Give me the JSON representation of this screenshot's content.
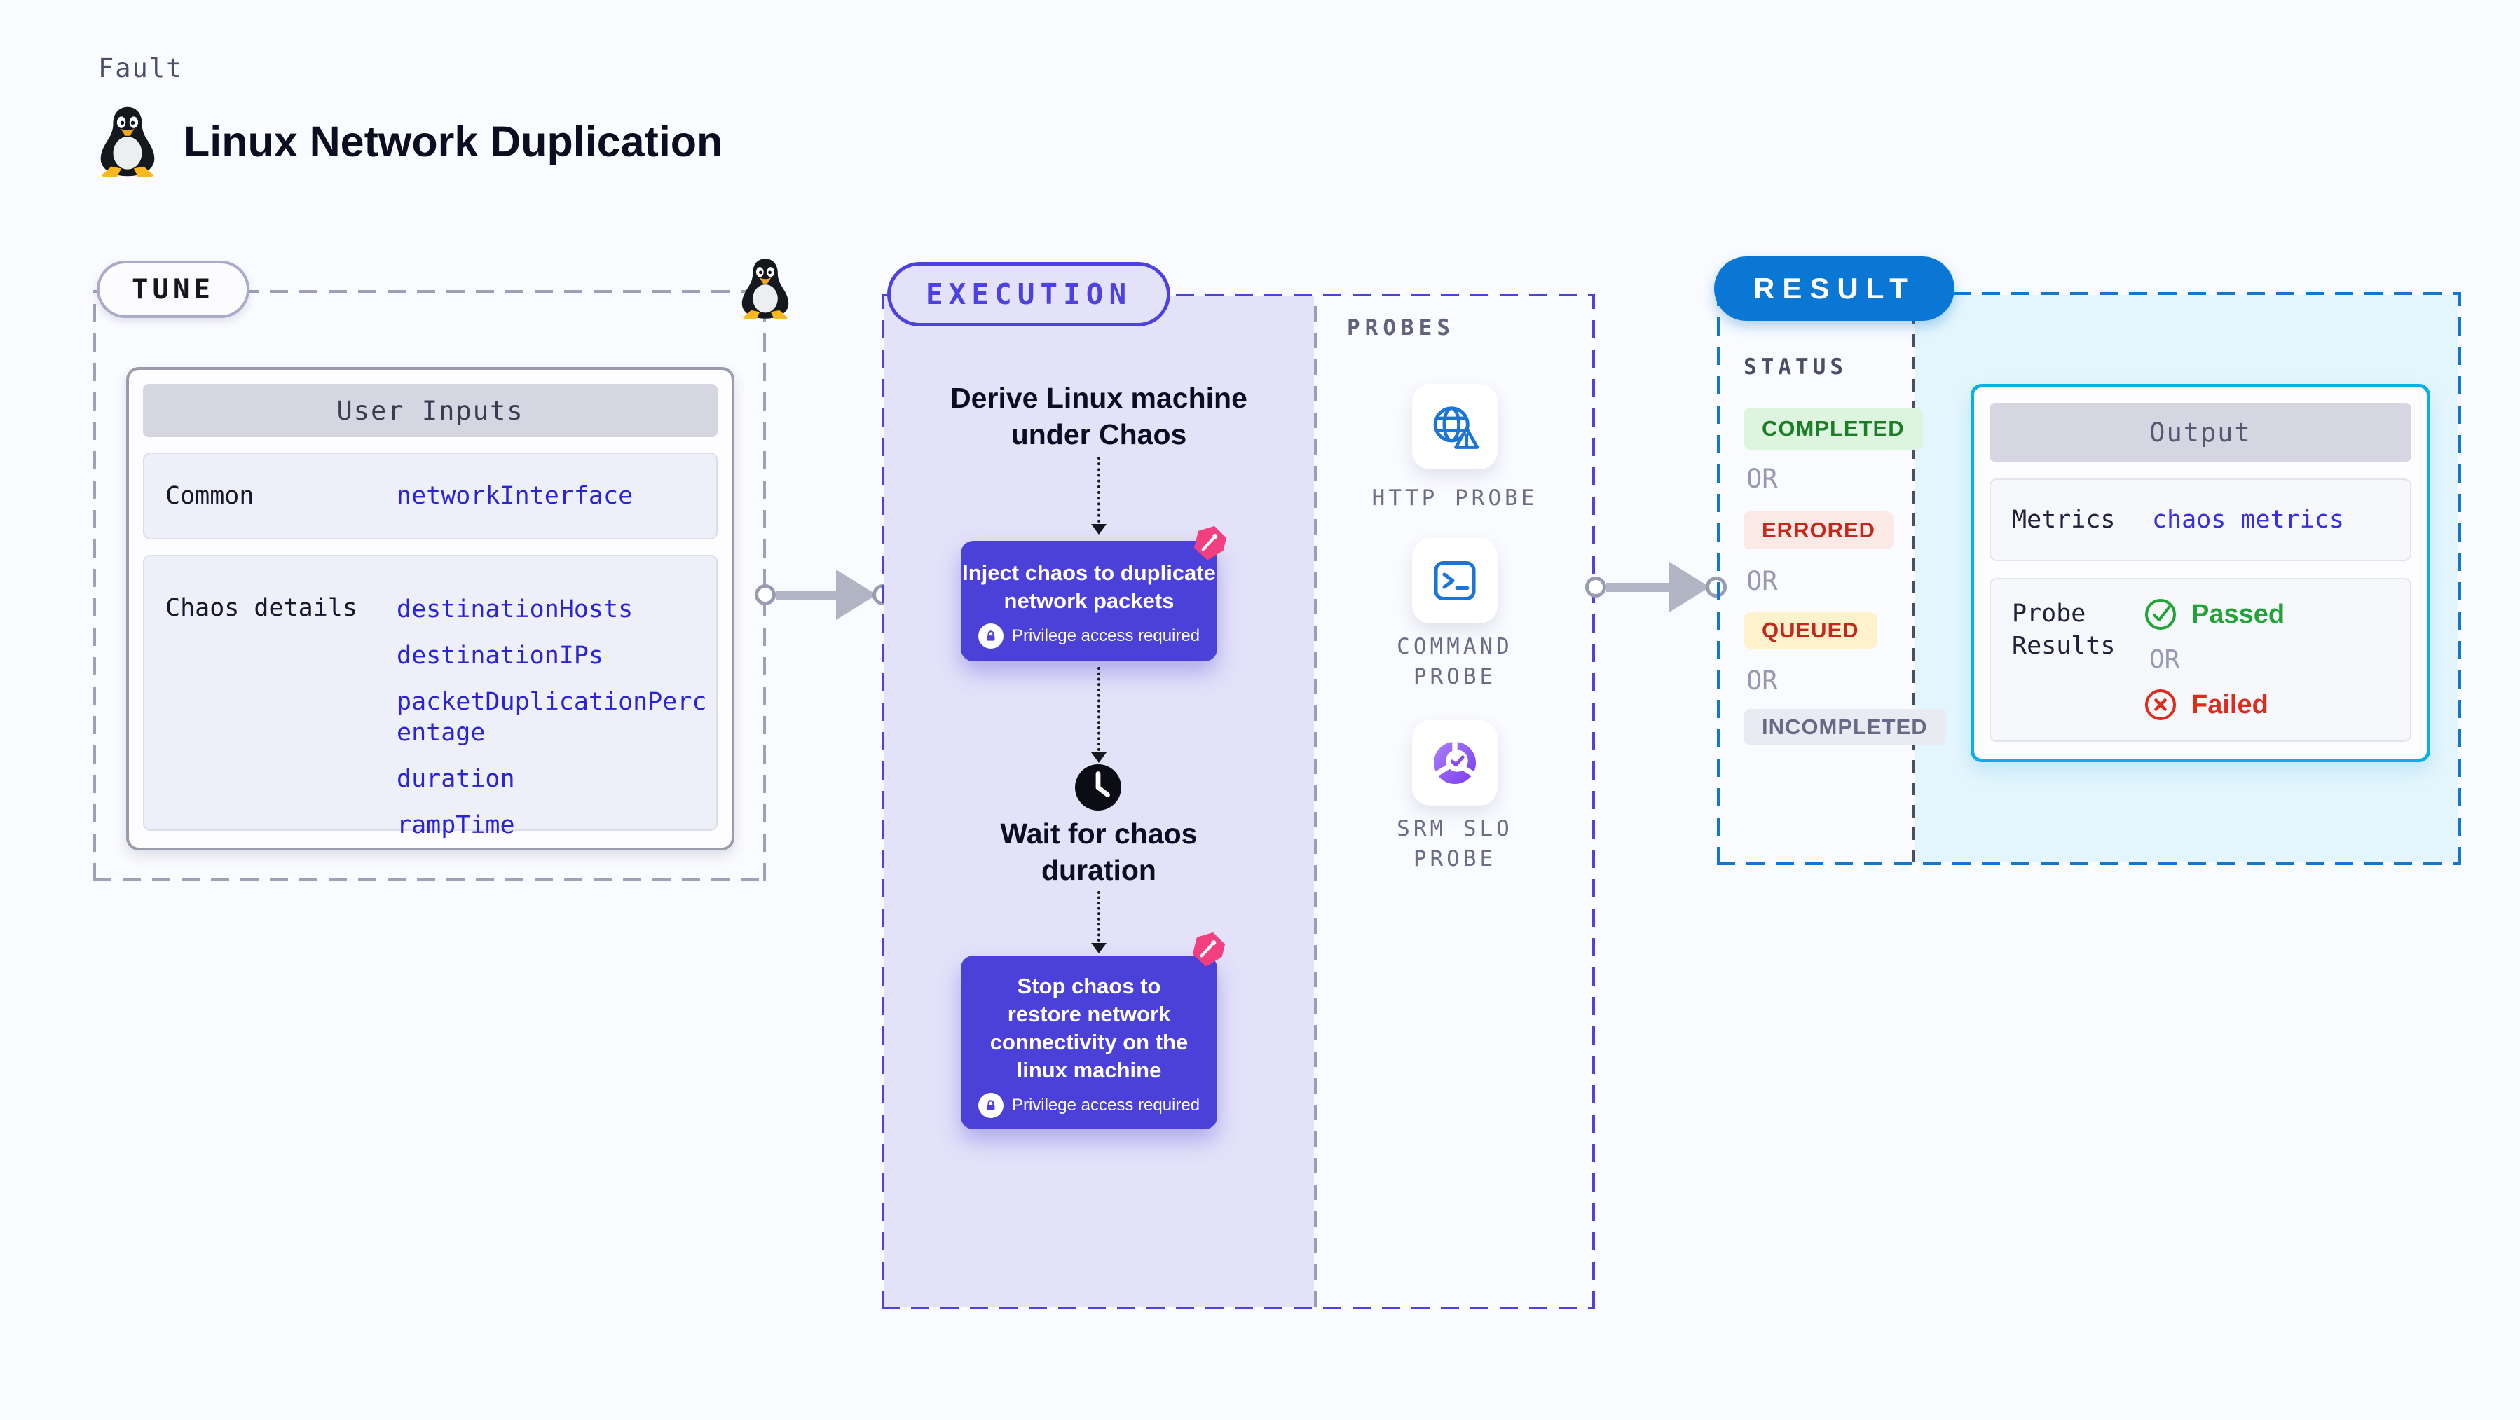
{
  "page": {
    "kicker": "Fault",
    "title": "Linux Network Duplication"
  },
  "tune": {
    "badge": "TUNE",
    "user_inputs": {
      "header": "User Inputs",
      "rows": [
        {
          "label": "Common",
          "values": [
            "networkInterface"
          ]
        },
        {
          "label": "Chaos details",
          "values": [
            "destinationHosts",
            "destinationIPs",
            "packetDuplicationPercentage",
            "duration",
            "rampTime"
          ]
        }
      ]
    }
  },
  "execution": {
    "badge": "EXECUTION",
    "step_derive": {
      "lines": [
        "Derive Linux machine",
        "under Chaos"
      ]
    },
    "node_inject": {
      "lines": [
        "Inject chaos to duplicate",
        "network packets"
      ],
      "note": "Privilege access required"
    },
    "step_wait": {
      "lines": [
        "Wait for chaos",
        "duration"
      ]
    },
    "node_stop": {
      "lines": [
        "Stop chaos to",
        "restore network",
        "connectivity on the",
        "linux machine"
      ],
      "note": "Privilege access required"
    }
  },
  "probes": {
    "label": "PROBES",
    "items": [
      {
        "icon": "globe-alert-icon",
        "lines": [
          "HTTP PROBE",
          ""
        ]
      },
      {
        "icon": "terminal-icon",
        "lines": [
          "COMMAND",
          "PROBE"
        ]
      },
      {
        "icon": "slo-donut-icon",
        "lines": [
          "SRM SLO",
          "PROBE"
        ]
      }
    ]
  },
  "result": {
    "badge": "RESULT",
    "status": {
      "label": "STATUS",
      "separator": "OR",
      "badges": [
        {
          "text": "COMPLETED",
          "kind": "completed",
          "bg": "#ddf4df",
          "color": "#1d7d27"
        },
        {
          "text": "ERRORED",
          "kind": "errored",
          "bg": "#fbe9e6",
          "color": "#c3281c"
        },
        {
          "text": "QUEUED",
          "kind": "queued",
          "bg": "#fdf2cc",
          "color": "#c3281c"
        },
        {
          "text": "INCOMPLETED",
          "kind": "incompleted",
          "bg": "#e9eaf2",
          "color": "#676a84"
        }
      ]
    },
    "output": {
      "header": "Output",
      "metrics_label": "Metrics",
      "metrics_value": "chaos metrics",
      "probe_results_lines": [
        "Probe",
        "Results"
      ],
      "passed": "Passed",
      "separator": "OR",
      "failed": "Failed"
    }
  },
  "icons": {
    "penguin": "tux-penguin-icon",
    "clock": "clock-icon",
    "lock": "lock-icon",
    "chaos": "chaos-pink-icon",
    "passed": "check-circle-icon",
    "failed": "x-circle-icon"
  },
  "colors": {
    "accent_indigo": "#4d41e0",
    "accent_blue": "#0b77d4",
    "output_border": "#0caee8",
    "node_fill": "#4b40d8",
    "value_blue": "#2b23d6",
    "pink": "#f23f80",
    "probe_icon_blue": "#1b74d6",
    "passed_green": "#21a338",
    "failed_red": "#df2a1c"
  }
}
